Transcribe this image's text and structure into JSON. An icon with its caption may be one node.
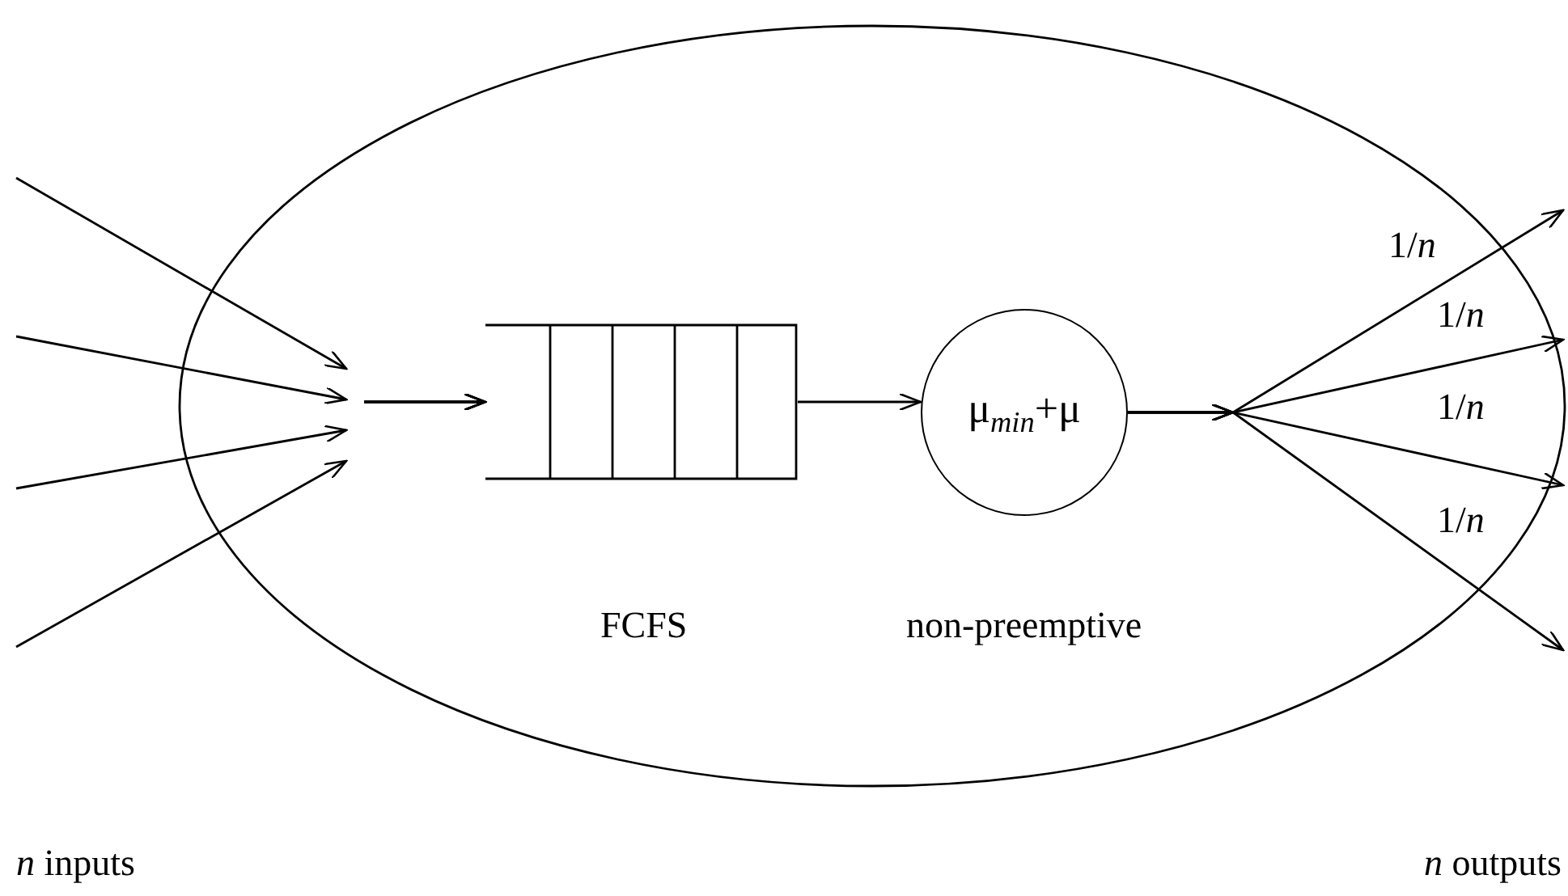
{
  "diagram": {
    "nodes": [
      {
        "text": [],
        "shape": "ellipse"
      },
      {
        "text": [],
        "shape": "queue",
        "in": 0,
        "beside": [
          "FCFS"
        ]
      },
      {
        "text": [
          "μ$_{min}$+μ"
        ],
        "in": 0,
        "beside": [
          "non-preemptive"
        ]
      }
    ],
    "edges": [
      {
        "from": null,
        "to": 1,
        "arrow": "to"
      },
      {
        "from": null,
        "to": 1,
        "arrow": "to"
      },
      {
        "from": null,
        "to": 1,
        "arrow": "to"
      },
      {
        "from": null,
        "to": 1,
        "arrow": "to"
      },
      {
        "from": 1,
        "to": 2,
        "arrow": "to"
      },
      {
        "from": 2,
        "to": null,
        "arrow": "to",
        "label": "1/*n*"
      },
      {
        "from": 2,
        "to": null,
        "arrow": "to",
        "label": "1/*n*"
      },
      {
        "from": 2,
        "to": null,
        "arrow": "to",
        "label": "1/*n*"
      },
      {
        "from": 2,
        "to": null,
        "arrow": "to",
        "label": "1/*n*"
      }
    ],
    "labels": [
      "*n* inputs",
      "*n* outputs"
    ]
  }
}
